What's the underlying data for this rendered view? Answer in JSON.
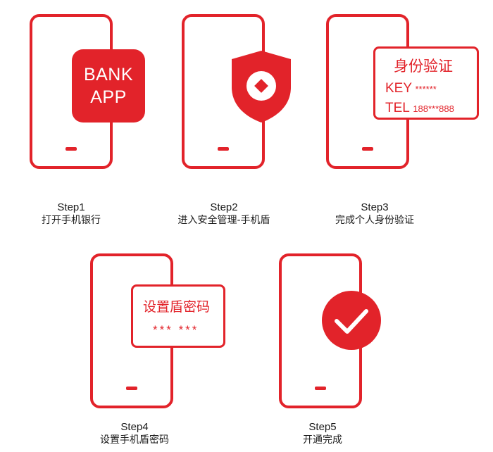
{
  "colors": {
    "accent": "#e2232a",
    "text": "#1a1a1a",
    "background": "#ffffff"
  },
  "steps": [
    {
      "number": "Step1",
      "description": "打开手机银行",
      "icon": {
        "line1": "BANK",
        "line2": "APP"
      }
    },
    {
      "number": "Step2",
      "description": "进入安全管理-手机盾",
      "icon": "shield-icon"
    },
    {
      "number": "Step3",
      "description": "完成个人身份验证",
      "card": {
        "title": "身份验证",
        "key_label": "KEY",
        "key_value": "******",
        "tel_label": "TEL",
        "tel_value": "188***888"
      }
    },
    {
      "number": "Step4",
      "description": "设置手机盾密码",
      "card": {
        "title": "设置盾密码",
        "masked": "*** ***"
      }
    },
    {
      "number": "Step5",
      "description": "开通完成",
      "icon": "checkmark-icon"
    }
  ]
}
